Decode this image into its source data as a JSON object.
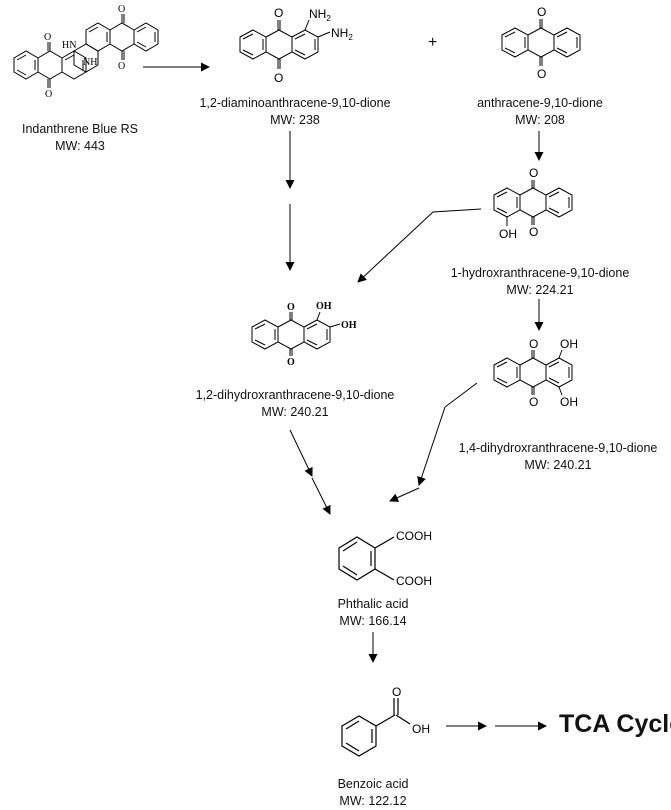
{
  "compounds": {
    "indanthrene": {
      "name": "Indanthrene Blue RS",
      "mw": "MW: 443"
    },
    "diamino": {
      "name": "1,2-diaminoanthracene-9,10-dione",
      "mw": "MW: 238"
    },
    "anthraquinone": {
      "name": "anthracene-9,10-dione",
      "mw": "MW: 208"
    },
    "hydroxy": {
      "name": "1-hydroxranthracene-9,10-dione",
      "mw": "MW: 224.21"
    },
    "dihydroxy12": {
      "name": "1,2-dihydroxranthracene-9,10-dione",
      "mw": "MW: 240.21"
    },
    "dihydroxy14": {
      "name": "1,4-dihydroxranthracene-9,10-dione",
      "mw": "MW: 240.21"
    },
    "phthalic": {
      "name": "Phthalic acid",
      "mw": "MW: 166.14"
    },
    "benzoic": {
      "name": "Benzoic acid",
      "mw": "MW: 122.12"
    }
  },
  "plus_sign": "+",
  "end_product": "TCA Cycle",
  "atom_labels": {
    "nh2": "NH",
    "sub2": "2",
    "nh": "NH",
    "hn": "HN",
    "oh": "OH",
    "o": "O",
    "cooh": "COOH"
  }
}
